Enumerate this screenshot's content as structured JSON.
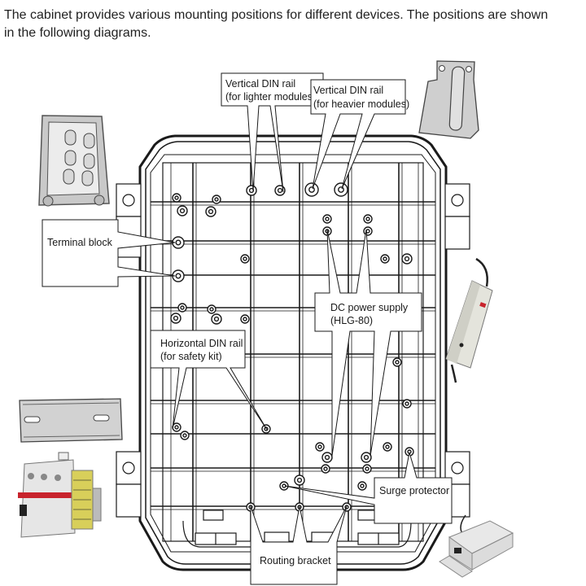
{
  "intro": {
    "line1": "The cabinet provides various mounting positions for different devices. The positions are shown",
    "line2": "in the following diagrams."
  },
  "callouts": {
    "vertical_din_light": {
      "line1": "Vertical DIN rail",
      "line2": "(for lighter modules)"
    },
    "vertical_din_heavy": {
      "line1": "Vertical DIN rail",
      "line2": "(for heavier modules)"
    },
    "terminal_block": {
      "line1": "Terminal block"
    },
    "dc_power_supply": {
      "line1": "DC power supply",
      "line2": "(HLG-80)"
    },
    "horizontal_din": {
      "line1": "Horizontal DIN rail",
      "line2": "(for safety kit)"
    },
    "surge_protector": {
      "line1": "Surge protector"
    },
    "routing_bracket": {
      "line1": "Routing bracket"
    }
  },
  "devices": [
    {
      "name": "terminal-block-photo",
      "label": "Terminal block"
    },
    {
      "name": "vertical-din-rail-photo",
      "label": "Vertical DIN rail"
    },
    {
      "name": "dc-power-supply-photo",
      "label": "DC power supply"
    },
    {
      "name": "horizontal-din-rail-photo",
      "label": "Horizontal DIN rail"
    },
    {
      "name": "safety-kit-photo",
      "label": "Safety kit"
    },
    {
      "name": "surge-protector-photo",
      "label": "Surge protector"
    }
  ],
  "colors": {
    "line": "#1a1a1a",
    "metal": "#d4d4d4",
    "metal_dark": "#8a8a8a",
    "psu_body": "#e8e8e0",
    "breaker_red": "#c8232c",
    "terminal_yellow": "#d8cf5a"
  }
}
